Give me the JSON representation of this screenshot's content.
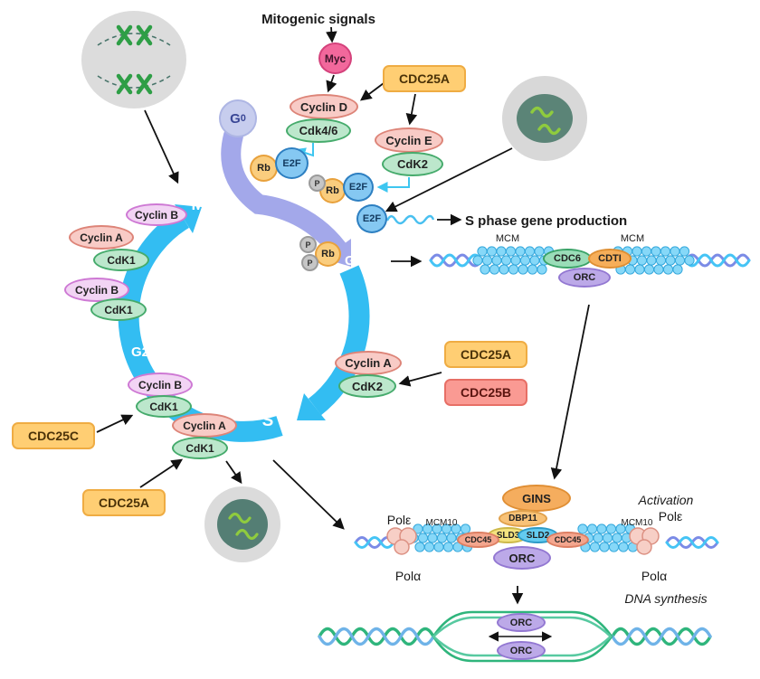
{
  "labels": {
    "mitogenic_signals": "Mitogenic signals",
    "myc": "Myc",
    "cdc25a": "CDC25A",
    "cdc25b": "CDC25B",
    "cdc25c": "CDC25C",
    "cyclin_d": "Cyclin D",
    "cdk46": "Cdk4/6",
    "cyclin_e": "Cyclin E",
    "cdk2": "CdK2",
    "cyclin_a": "Cyclin A",
    "cyclin_b": "Cyclin B",
    "cdk1": "CdK1",
    "g0_main": "G",
    "g0_sub": "0",
    "rb": "Rb",
    "e2f": "E2F",
    "p": "P",
    "s_phase_gene": "S phase gene production",
    "phase_m": "M",
    "phase_g1": "G1",
    "phase_s": "S",
    "phase_g2": "G2",
    "mcm": "MCM",
    "cdc6": "CDC6",
    "cdti": "CDTI",
    "orc": "ORC",
    "gins": "GINS",
    "dbp11": "DBP11",
    "sld3": "SLD3",
    "sld2": "SLD2",
    "cdc45": "CDC45",
    "mcm10": "MCM10",
    "pol_epsilon": "Polε",
    "pol_alpha": "Polα",
    "activation": "Activation",
    "dna_synthesis": "DNA synthesis"
  },
  "colors": {
    "cycle_arrow_blue": "#33BDF2",
    "g1_arrow_purple": "#A3A8EA",
    "cyclin_pink": "#F8CBC6",
    "cyclin_b_violet": "#F2D4F4",
    "cdk_green": "#BCE7CC",
    "cdc_box_orange": "#FFCE73",
    "cdc25b_red": "#FA9A93",
    "orc_purple": "#BCA9E8",
    "mcm_bead_blue": "#86D8F8",
    "dna_blue": "#7B8BE6",
    "dna_cyan": "#45C4F5",
    "dna_green": "#2FB57C"
  }
}
